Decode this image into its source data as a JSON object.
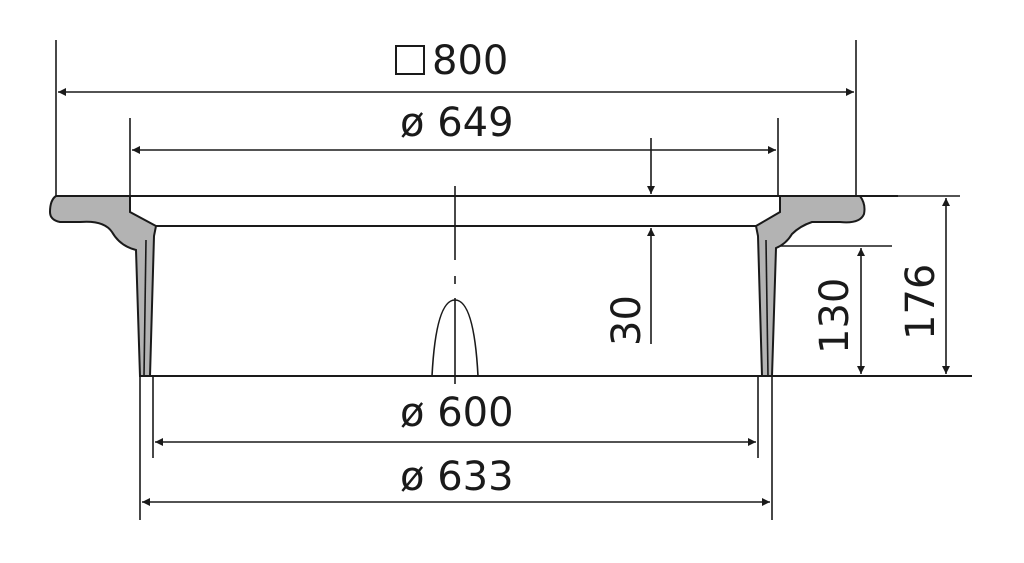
{
  "dimensions": {
    "square_800": "800",
    "dia_649": "ø 649",
    "dia_600": "ø 600",
    "dia_633": "ø 633",
    "height_30": "30",
    "height_130": "130",
    "height_176": "176"
  },
  "colors": {
    "line": "#1a1a1a",
    "section_fill": "#b3b3b3",
    "background": "#ffffff"
  },
  "icons": {
    "square_symbol": "square-outline-icon"
  }
}
